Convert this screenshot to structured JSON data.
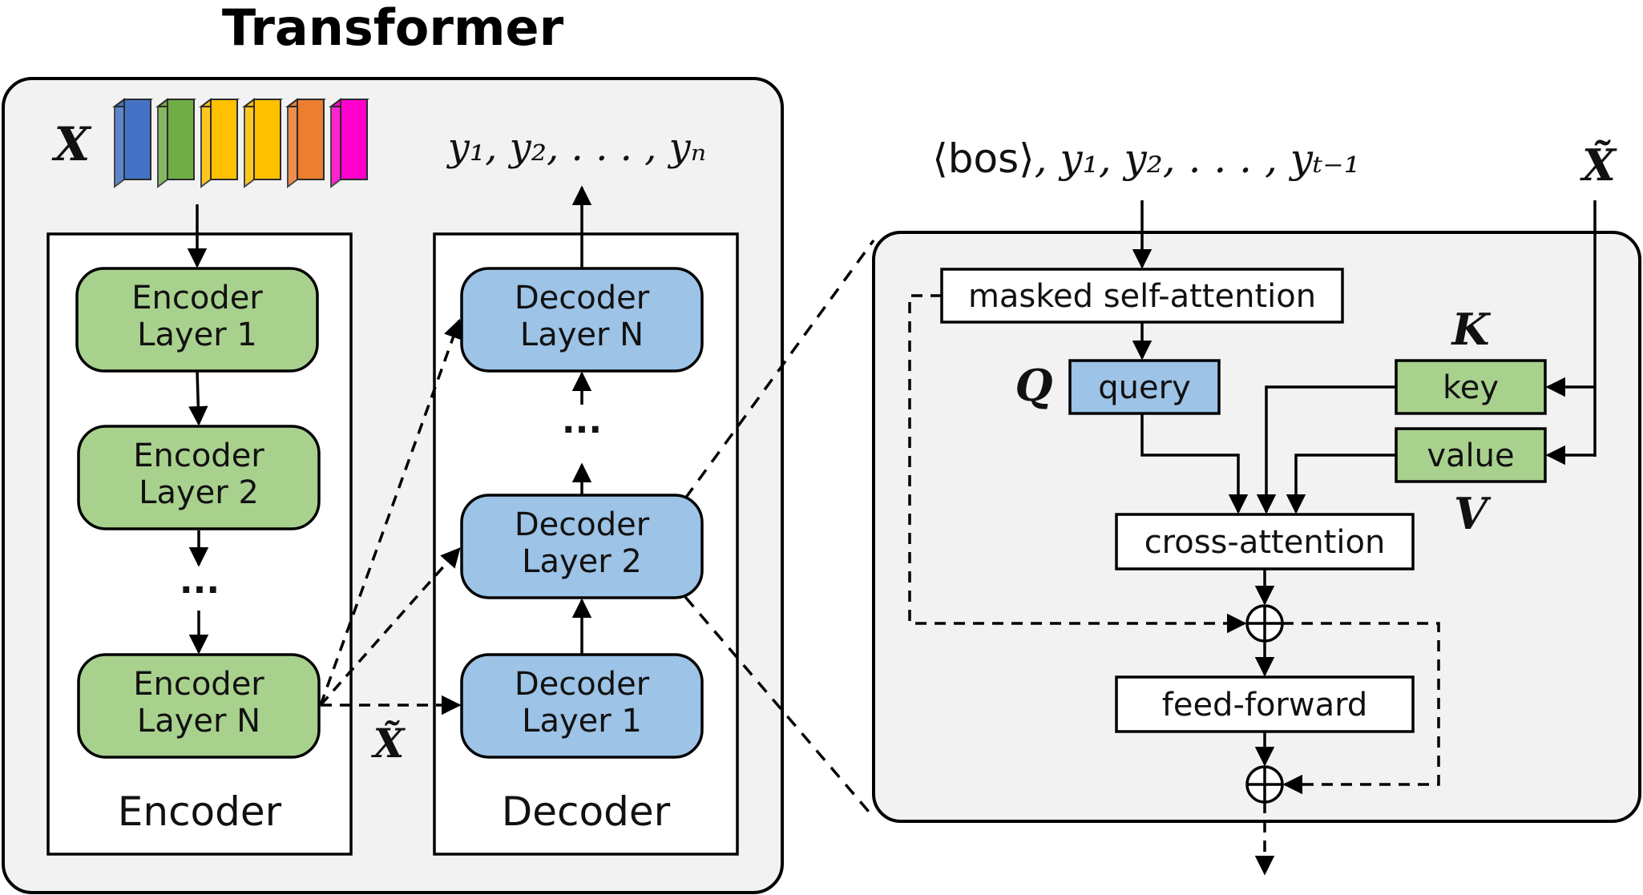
{
  "title": "Transformer",
  "colors": {
    "panel_fill": "#f2f2f2",
    "encoder_fill": "#a9d18e",
    "decoder_fill": "#9dc3e6",
    "query_fill": "#9dc3e6",
    "key_fill": "#a9d18e",
    "value_fill": "#a9d18e",
    "stroke": "#000000"
  },
  "input": {
    "symbol": "X",
    "token_colors": [
      "#4472c4",
      "#70ad47",
      "#ffc000",
      "#ffc000",
      "#ed7d31",
      "#ff00cc"
    ]
  },
  "output_sequence": "y₁, y₂, . . . , yₙ",
  "encoder": {
    "label": "Encoder",
    "layers": [
      "Encoder\nLayer 1",
      "Encoder\nLayer 2",
      "Encoder\nLayer N"
    ],
    "ellipsis": "..."
  },
  "decoder": {
    "label": "Decoder",
    "layers": [
      "Decoder\nLayer N",
      "Decoder\nLayer 2",
      "Decoder\nLayer 1"
    ],
    "ellipsis": "..."
  },
  "encoder_output_symbol": "X̃",
  "detail": {
    "input_sequence_bos": "⟨bos⟩",
    "input_sequence_rest": ", y₁, y₂, . . . , yₜ₋₁",
    "memory_symbol": "X̃",
    "masked_self_attention": "masked self-attention",
    "query": "query",
    "key": "key",
    "value": "value",
    "cross_attention": "cross-attention",
    "feed_forward": "feed-forward",
    "q_symbol": "Q",
    "k_symbol": "K",
    "v_symbol": "V",
    "plus_symbol": "⊕"
  }
}
